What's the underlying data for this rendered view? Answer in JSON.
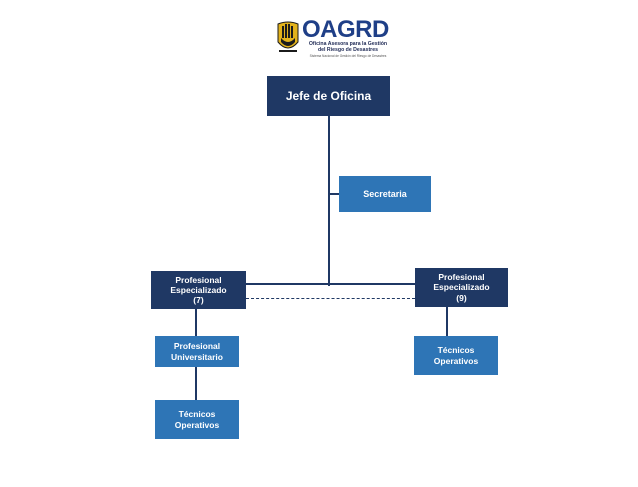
{
  "logo": {
    "wordmark": "OAGRD",
    "subtitle": "Oficina Asesora para la Gestión del Riesgo de Desastres",
    "tagline": "Sistema Nacional de Gestión del Riesgo de Desastres",
    "emblem": "hand-shield-emblem-icon",
    "colors": {
      "wordmark": "#1f3f87",
      "emblem_gold": "#e2b21c",
      "emblem_dark": "#1b1b1b"
    }
  },
  "colors": {
    "dark_box": "#1f3864",
    "light_box": "#2e75b6",
    "connector": "#1f3864"
  },
  "nodes": {
    "jefe": "Jefe de Oficina",
    "secretaria": "Secretaria",
    "prof_esp_left": {
      "line1": "Profesional",
      "line2": "Especializado",
      "count": "(7)"
    },
    "prof_esp_right": {
      "line1": "Profesional",
      "line2": "Especializado",
      "count": "(9)"
    },
    "prof_univ": {
      "line1": "Profesional",
      "line2": "Universitario"
    },
    "tecnicos_left": {
      "line1": "Técnicos",
      "line2": "Operativos"
    },
    "tecnicos_right": {
      "line1": "Técnicos",
      "line2": "Operativos"
    }
  }
}
